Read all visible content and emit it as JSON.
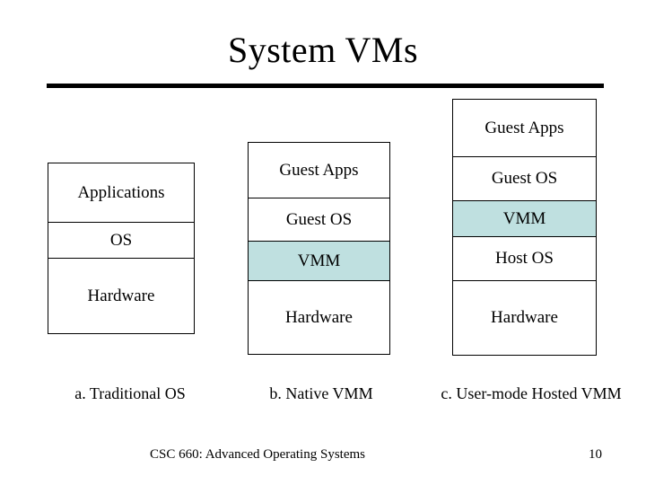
{
  "slide": {
    "title": "System VMs",
    "highlight_color": "#BFE0E0",
    "footer": {
      "course": "CSC 660: Advanced Operating Systems",
      "page_number": "10"
    }
  },
  "diagrams": [
    {
      "caption": "a. Traditional OS",
      "layers": [
        {
          "label": "Applications",
          "highlighted": false
        },
        {
          "label": "OS",
          "highlighted": false
        },
        {
          "label": "Hardware",
          "highlighted": false
        }
      ]
    },
    {
      "caption": "b. Native VMM",
      "layers": [
        {
          "label": "Guest Apps",
          "highlighted": false
        },
        {
          "label": "Guest OS",
          "highlighted": false
        },
        {
          "label": "VMM",
          "highlighted": true
        },
        {
          "label": "Hardware",
          "highlighted": false
        }
      ]
    },
    {
      "caption": "c. User-mode Hosted VMM",
      "layers": [
        {
          "label": "Guest Apps",
          "highlighted": false
        },
        {
          "label": "Guest OS",
          "highlighted": false
        },
        {
          "label": "VMM",
          "highlighted": true
        },
        {
          "label": "Host OS",
          "highlighted": false
        },
        {
          "label": "Hardware",
          "highlighted": false
        }
      ]
    }
  ]
}
